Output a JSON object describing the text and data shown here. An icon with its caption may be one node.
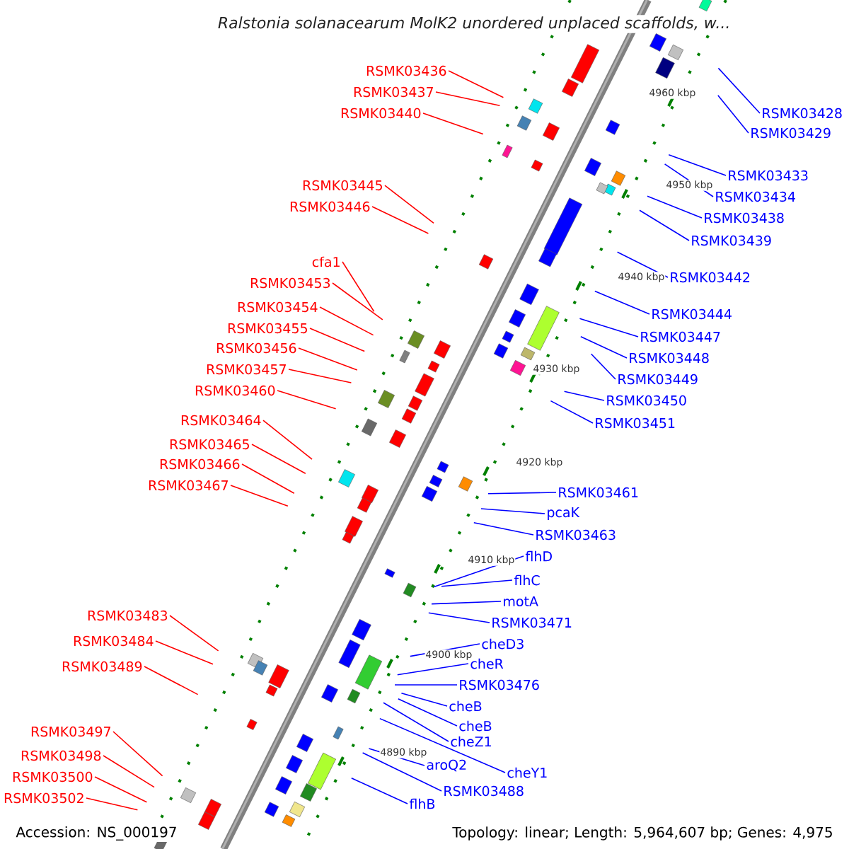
{
  "diagram": {
    "title": "*Ralstonia solanacearum* MolK2 unordered unplaced scaffolds, w...",
    "nodes": [
      {
        "text": [
          "RSMK03436"
        ]
      },
      {
        "text": [
          "RSMK03437"
        ]
      },
      {
        "text": [
          "RSMK03440"
        ]
      },
      {
        "text": [
          "RSMK03445"
        ]
      },
      {
        "text": [
          "RSMK03446"
        ]
      },
      {
        "text": [
          "cfa1"
        ]
      },
      {
        "text": [
          "RSMK03453"
        ]
      },
      {
        "text": [
          "RSMK03454"
        ]
      },
      {
        "text": [
          "RSMK03455"
        ]
      },
      {
        "text": [
          "RSMK03456"
        ]
      },
      {
        "text": [
          "RSMK03457"
        ]
      },
      {
        "text": [
          "RSMK03460"
        ]
      },
      {
        "text": [
          "RSMK03464"
        ]
      },
      {
        "text": [
          "RSMK03465"
        ]
      },
      {
        "text": [
          "RSMK03466"
        ]
      },
      {
        "text": [
          "RSMK03467"
        ]
      },
      {
        "text": [
          "RSMK03483"
        ]
      },
      {
        "text": [
          "RSMK03484"
        ]
      },
      {
        "text": [
          "RSMK03489"
        ]
      },
      {
        "text": [
          "RSMK03497"
        ]
      },
      {
        "text": [
          "RSMK03498"
        ]
      },
      {
        "text": [
          "RSMK03500"
        ]
      },
      {
        "text": [
          "RSMK03502"
        ]
      },
      {
        "text": [
          "RSMK03428"
        ]
      },
      {
        "text": [
          "RSMK03429"
        ]
      },
      {
        "text": [
          "RSMK03433"
        ]
      },
      {
        "text": [
          "RSMK03434"
        ]
      },
      {
        "text": [
          "RSMK03438"
        ]
      },
      {
        "text": [
          "RSMK03439"
        ]
      },
      {
        "text": [
          "RSMK03442"
        ]
      },
      {
        "text": [
          "RSMK03444"
        ]
      },
      {
        "text": [
          "RSMK03447"
        ]
      },
      {
        "text": [
          "RSMK03448"
        ]
      },
      {
        "text": [
          "RSMK03449"
        ]
      },
      {
        "text": [
          "RSMK03450"
        ]
      },
      {
        "text": [
          "RSMK03451"
        ]
      },
      {
        "text": [
          "RSMK03461"
        ]
      },
      {
        "text": [
          "pcaK"
        ]
      },
      {
        "text": [
          "RSMK03463"
        ]
      },
      {
        "text": [
          "flhD"
        ]
      },
      {
        "text": [
          "flhC"
        ]
      },
      {
        "text": [
          "motA"
        ]
      },
      {
        "text": [
          "RSMK03471"
        ]
      },
      {
        "text": [
          "cheD3"
        ]
      },
      {
        "text": [
          "cheR"
        ]
      },
      {
        "text": [
          "RSMK03476"
        ]
      },
      {
        "text": [
          "cheB"
        ]
      },
      {
        "text": [
          "cheB"
        ]
      },
      {
        "text": [
          "cheZ1"
        ]
      },
      {
        "text": [
          "cheY1"
        ]
      },
      {
        "text": [
          "aroQ2"
        ]
      },
      {
        "text": [
          "RSMK03488"
        ]
      },
      {
        "text": [
          "flhB"
        ]
      }
    ],
    "edges": [
      {
        "from": 0,
        "to": null,
        "arrow": "none",
        "color": "#ff0000"
      },
      {
        "from": 1,
        "to": null,
        "arrow": "none",
        "color": "#ff0000"
      },
      {
        "from": 2,
        "to": null,
        "arrow": "none",
        "color": "#ff0000"
      },
      {
        "from": 3,
        "to": null,
        "arrow": "none",
        "color": "#ff0000"
      },
      {
        "from": 4,
        "to": null,
        "arrow": "none",
        "color": "#ff0000"
      },
      {
        "from": 5,
        "to": null,
        "arrow": "none",
        "color": "#ff0000"
      },
      {
        "from": 6,
        "to": null,
        "arrow": "none",
        "color": "#ff0000"
      },
      {
        "from": 7,
        "to": null,
        "arrow": "none",
        "color": "#ff0000"
      },
      {
        "from": 8,
        "to": null,
        "arrow": "none",
        "color": "#ff0000"
      },
      {
        "from": 9,
        "to": null,
        "arrow": "none",
        "color": "#ff0000"
      },
      {
        "from": 10,
        "to": null,
        "arrow": "none",
        "color": "#ff0000"
      },
      {
        "from": 11,
        "to": null,
        "arrow": "none",
        "color": "#ff0000"
      },
      {
        "from": 12,
        "to": null,
        "arrow": "none",
        "color": "#ff0000"
      },
      {
        "from": 13,
        "to": null,
        "arrow": "none",
        "color": "#ff0000"
      },
      {
        "from": 14,
        "to": null,
        "arrow": "none",
        "color": "#ff0000"
      },
      {
        "from": 15,
        "to": null,
        "arrow": "none",
        "color": "#ff0000"
      },
      {
        "from": 16,
        "to": null,
        "arrow": "none",
        "color": "#ff0000"
      },
      {
        "from": 17,
        "to": null,
        "arrow": "none",
        "color": "#ff0000"
      },
      {
        "from": 18,
        "to": null,
        "arrow": "none",
        "color": "#ff0000"
      },
      {
        "from": 19,
        "to": null,
        "arrow": "none",
        "color": "#ff0000"
      },
      {
        "from": 20,
        "to": null,
        "arrow": "none",
        "color": "#ff0000"
      },
      {
        "from": 21,
        "to": null,
        "arrow": "none",
        "color": "#ff0000"
      },
      {
        "from": 22,
        "to": null,
        "arrow": "none",
        "color": "#ff0000"
      },
      {
        "from": 23,
        "to": null,
        "arrow": "none"
      },
      {
        "from": 24,
        "to": null,
        "arrow": "none"
      },
      {
        "from": 25,
        "to": null,
        "arrow": "none"
      },
      {
        "from": 26,
        "to": null,
        "arrow": "none"
      },
      {
        "from": 27,
        "to": null,
        "arrow": "none"
      },
      {
        "from": 28,
        "to": null,
        "arrow": "none"
      },
      {
        "from": 29,
        "to": null,
        "arrow": "none"
      },
      {
        "from": 30,
        "to": null,
        "arrow": "none"
      },
      {
        "from": 31,
        "to": null,
        "arrow": "none"
      },
      {
        "from": 32,
        "to": null,
        "arrow": "none"
      },
      {
        "from": 33,
        "to": null,
        "arrow": "none"
      },
      {
        "from": 34,
        "to": null,
        "arrow": "none"
      },
      {
        "from": 35,
        "to": null,
        "arrow": "none"
      },
      {
        "from": 36,
        "to": null,
        "arrow": "none"
      },
      {
        "from": 37,
        "to": null,
        "arrow": "none"
      },
      {
        "from": 38,
        "to": null,
        "arrow": "none"
      },
      {
        "from": 39,
        "to": null,
        "arrow": "none"
      },
      {
        "from": 40,
        "to": null,
        "arrow": "none"
      },
      {
        "from": 41,
        "to": null,
        "arrow": "none"
      },
      {
        "from": 42,
        "to": null,
        "arrow": "none"
      },
      {
        "from": 43,
        "to": null,
        "arrow": "none"
      },
      {
        "from": 44,
        "to": null,
        "arrow": "none"
      },
      {
        "from": 45,
        "to": null,
        "arrow": "none"
      },
      {
        "from": 46,
        "to": null,
        "arrow": "none"
      },
      {
        "from": 47,
        "to": null,
        "arrow": "none"
      },
      {
        "from": 48,
        "to": null,
        "arrow": "none"
      },
      {
        "from": 49,
        "to": null,
        "arrow": "none"
      },
      {
        "from": 50,
        "to": null,
        "arrow": "none"
      },
      {
        "from": 51,
        "to": null,
        "arrow": "none"
      },
      {
        "from": 52,
        "to": null,
        "arrow": "none"
      }
    ],
    "labels": [
      "4960 kbp",
      "4950 kbp",
      "4940 kbp",
      "4930 kbp",
      "4920 kbp",
      "4910 kbp",
      "4900 kbp",
      "4890 kbp",
      "Accession: NS_000197",
      "Topology: linear; Length: 5,964,607 bp; Genes: 4,975"
    ]
  }
}
